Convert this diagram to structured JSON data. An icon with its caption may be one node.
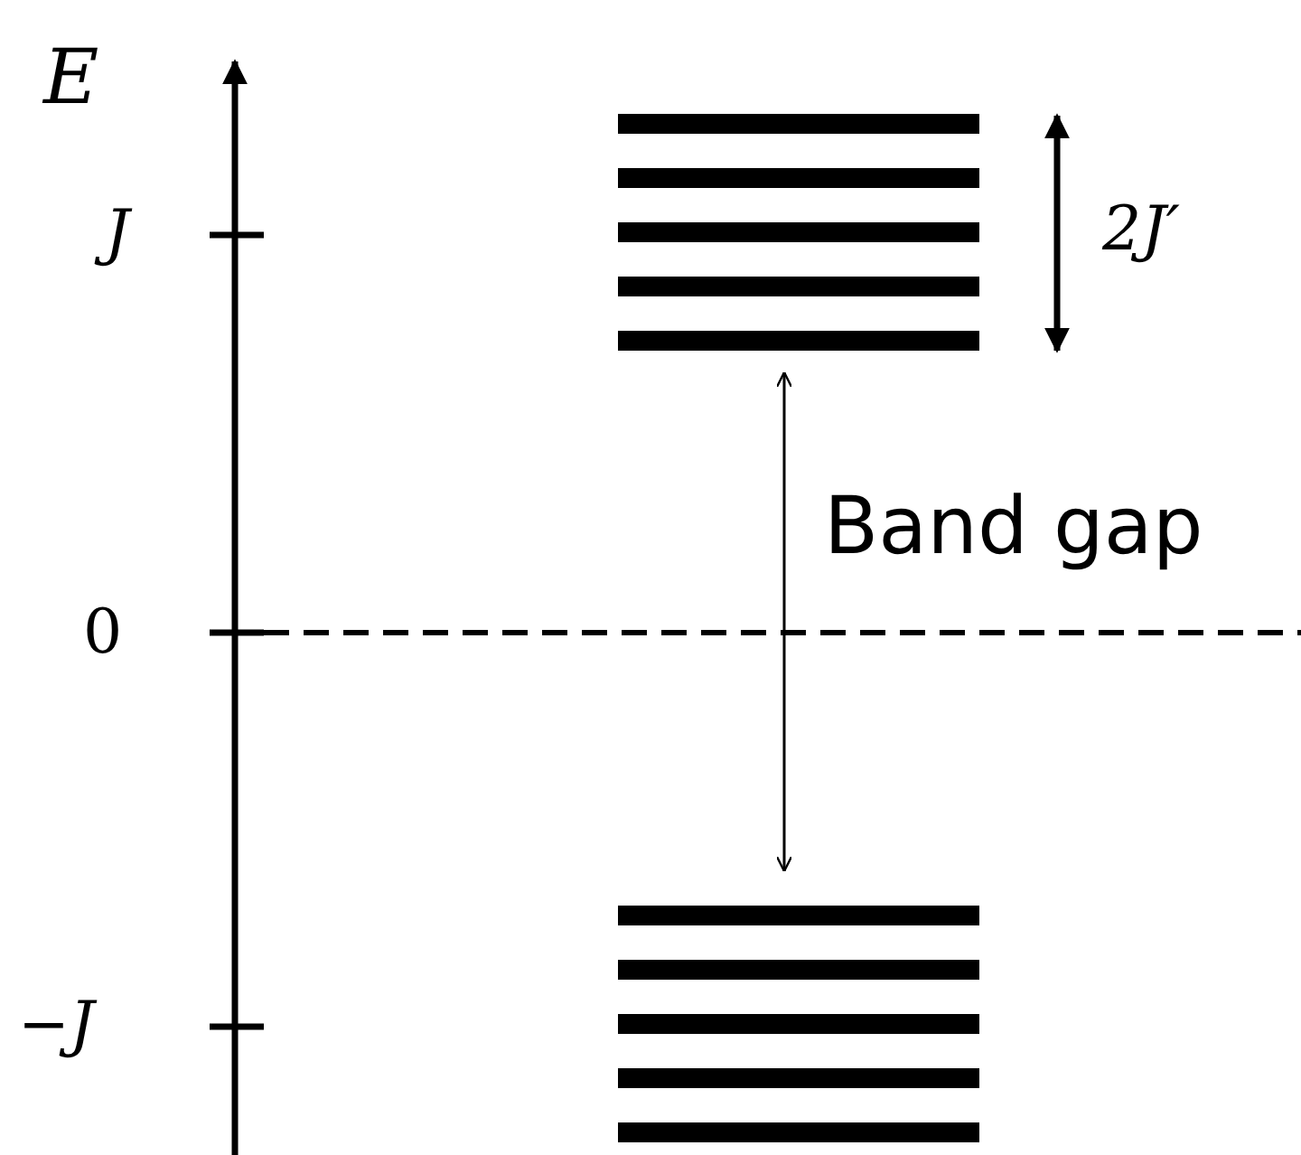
{
  "diagram": {
    "nodes": [
      {
        "text": [],
        "shape": "bar"
      },
      {
        "text": [],
        "shape": "bar"
      }
    ],
    "edges": [
      {
        "from": 0,
        "to": 1,
        "arrow": "both",
        "label": "Band gap"
      }
    ],
    "labels": [
      "E",
      "J",
      "2J′",
      "0",
      "−*J*"
    ]
  }
}
